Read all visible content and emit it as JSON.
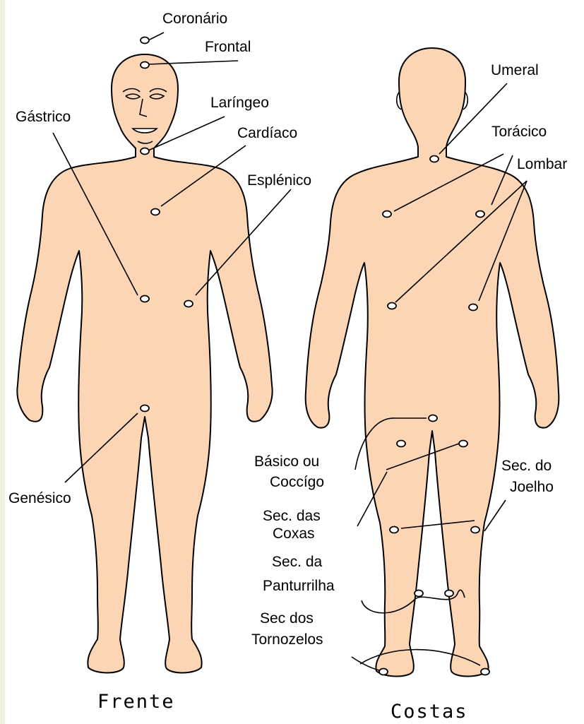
{
  "labels": {
    "coronario": "Coronário",
    "frontal": "Frontal",
    "laringeo": "Laríngeo",
    "gastrico": "Gástrico",
    "cardiaco": "Cardíaco",
    "esplenico": "Esplénico",
    "genesico": "Genésico",
    "umeral": "Umeral",
    "toracico": "Torácico",
    "lombar": "Lombar",
    "basico_l1": "Básico ou",
    "basico_l2": "Coccígo",
    "joelho_l1": "Sec. do",
    "joelho_l2": "Joelho",
    "coxas_l1": "Sec. das",
    "coxas_l2": "Coxas",
    "pant_l1": "Sec. da",
    "pant_l2": "Panturrilha",
    "torn_l1": "Sec dos",
    "torn_l2": "Tornozelos"
  },
  "captions": {
    "front": "Frente",
    "back": "Costas"
  },
  "colors": {
    "skin": "#fcd6b4",
    "outline": "#000000",
    "background": "#ffffff"
  }
}
